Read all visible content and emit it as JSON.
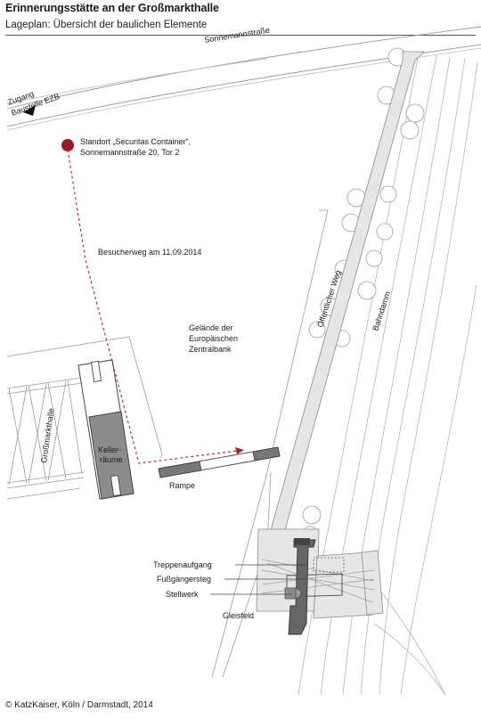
{
  "header": {
    "title": "Erinnerungsstätte an der Großmarkthalle",
    "subtitle": "Lageplan: Übersicht der baulichen Elemente"
  },
  "labels": {
    "street": "Sonnemannstraße",
    "access_line1": "Zugang",
    "access_line2": "Baustelle EZB",
    "location_line1": "Standort „Securitas Container“,",
    "location_line2": "Sonnemannstraße 20, Tor 2",
    "visitor_path": "Besucherweg am 11.09.2014",
    "public_path": "Öffentlicher Weg",
    "railway_embankment": "Bahndamm",
    "ecb_line1": "Gelände der",
    "ecb_line2": "Europäischen",
    "ecb_line3": "Zentralbank",
    "market_hall": "Großmarkthalle",
    "cellar_line1": "Keller-",
    "cellar_line2": "räume",
    "ramp": "Rampe",
    "stair_access": "Treppenaufgang",
    "footbridge": "Fußgängersteg",
    "signal_box": "Stellwerk",
    "track_field": "Gleisfeld"
  },
  "footer": {
    "copyright": "© KatzKaiser, Köln / Darmstadt, 2014"
  },
  "colors": {
    "location_marker": "#9b1b23",
    "visitor_path": "#b3202a",
    "cellar_fill": "#8c8c8c",
    "paved_fill": "#e6e6e6",
    "line_gray": "#9a9a9a",
    "dark_structure": "#555555"
  }
}
